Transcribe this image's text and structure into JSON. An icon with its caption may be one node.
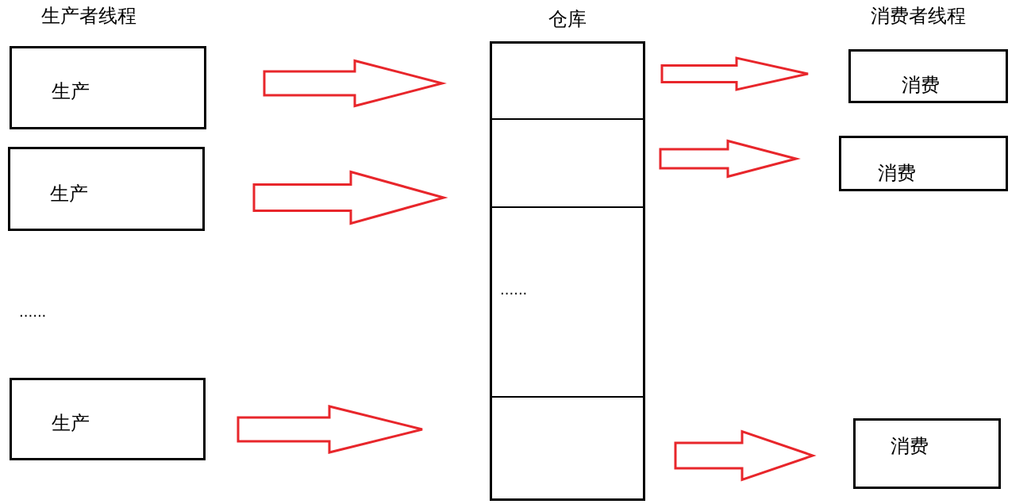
{
  "diagram": {
    "nodes": [
      {
        "text": [
          "生产"
        ]
      },
      {
        "text": [
          "生产"
        ]
      },
      {
        "text": [
          "生产"
        ]
      },
      {
        "text": [
          "仓库"
        ]
      },
      {
        "text": [],
        "shape": "box",
        "in": 3
      },
      {
        "text": [],
        "shape": "box",
        "in": 3
      },
      {
        "text": [
          "......"
        ],
        "in": 3
      },
      {
        "text": [],
        "shape": "box",
        "in": 3
      },
      {
        "text": [
          "消费"
        ]
      },
      {
        "text": [
          "消费"
        ]
      },
      {
        "text": [
          "消费"
        ]
      }
    ],
    "edges": [
      {
        "from": 0,
        "to": 4,
        "arrow": "to"
      },
      {
        "from": 1,
        "to": 5,
        "arrow": "to"
      },
      {
        "from": 2,
        "to": 7,
        "arrow": "to"
      },
      {
        "from": 4,
        "to": 8,
        "arrow": "to"
      },
      {
        "from": 5,
        "to": 9,
        "arrow": "to"
      },
      {
        "from": 7,
        "to": 10,
        "arrow": "to"
      }
    ],
    "labels": [
      "生产者线程",
      "消费者线程",
      "......"
    ]
  }
}
